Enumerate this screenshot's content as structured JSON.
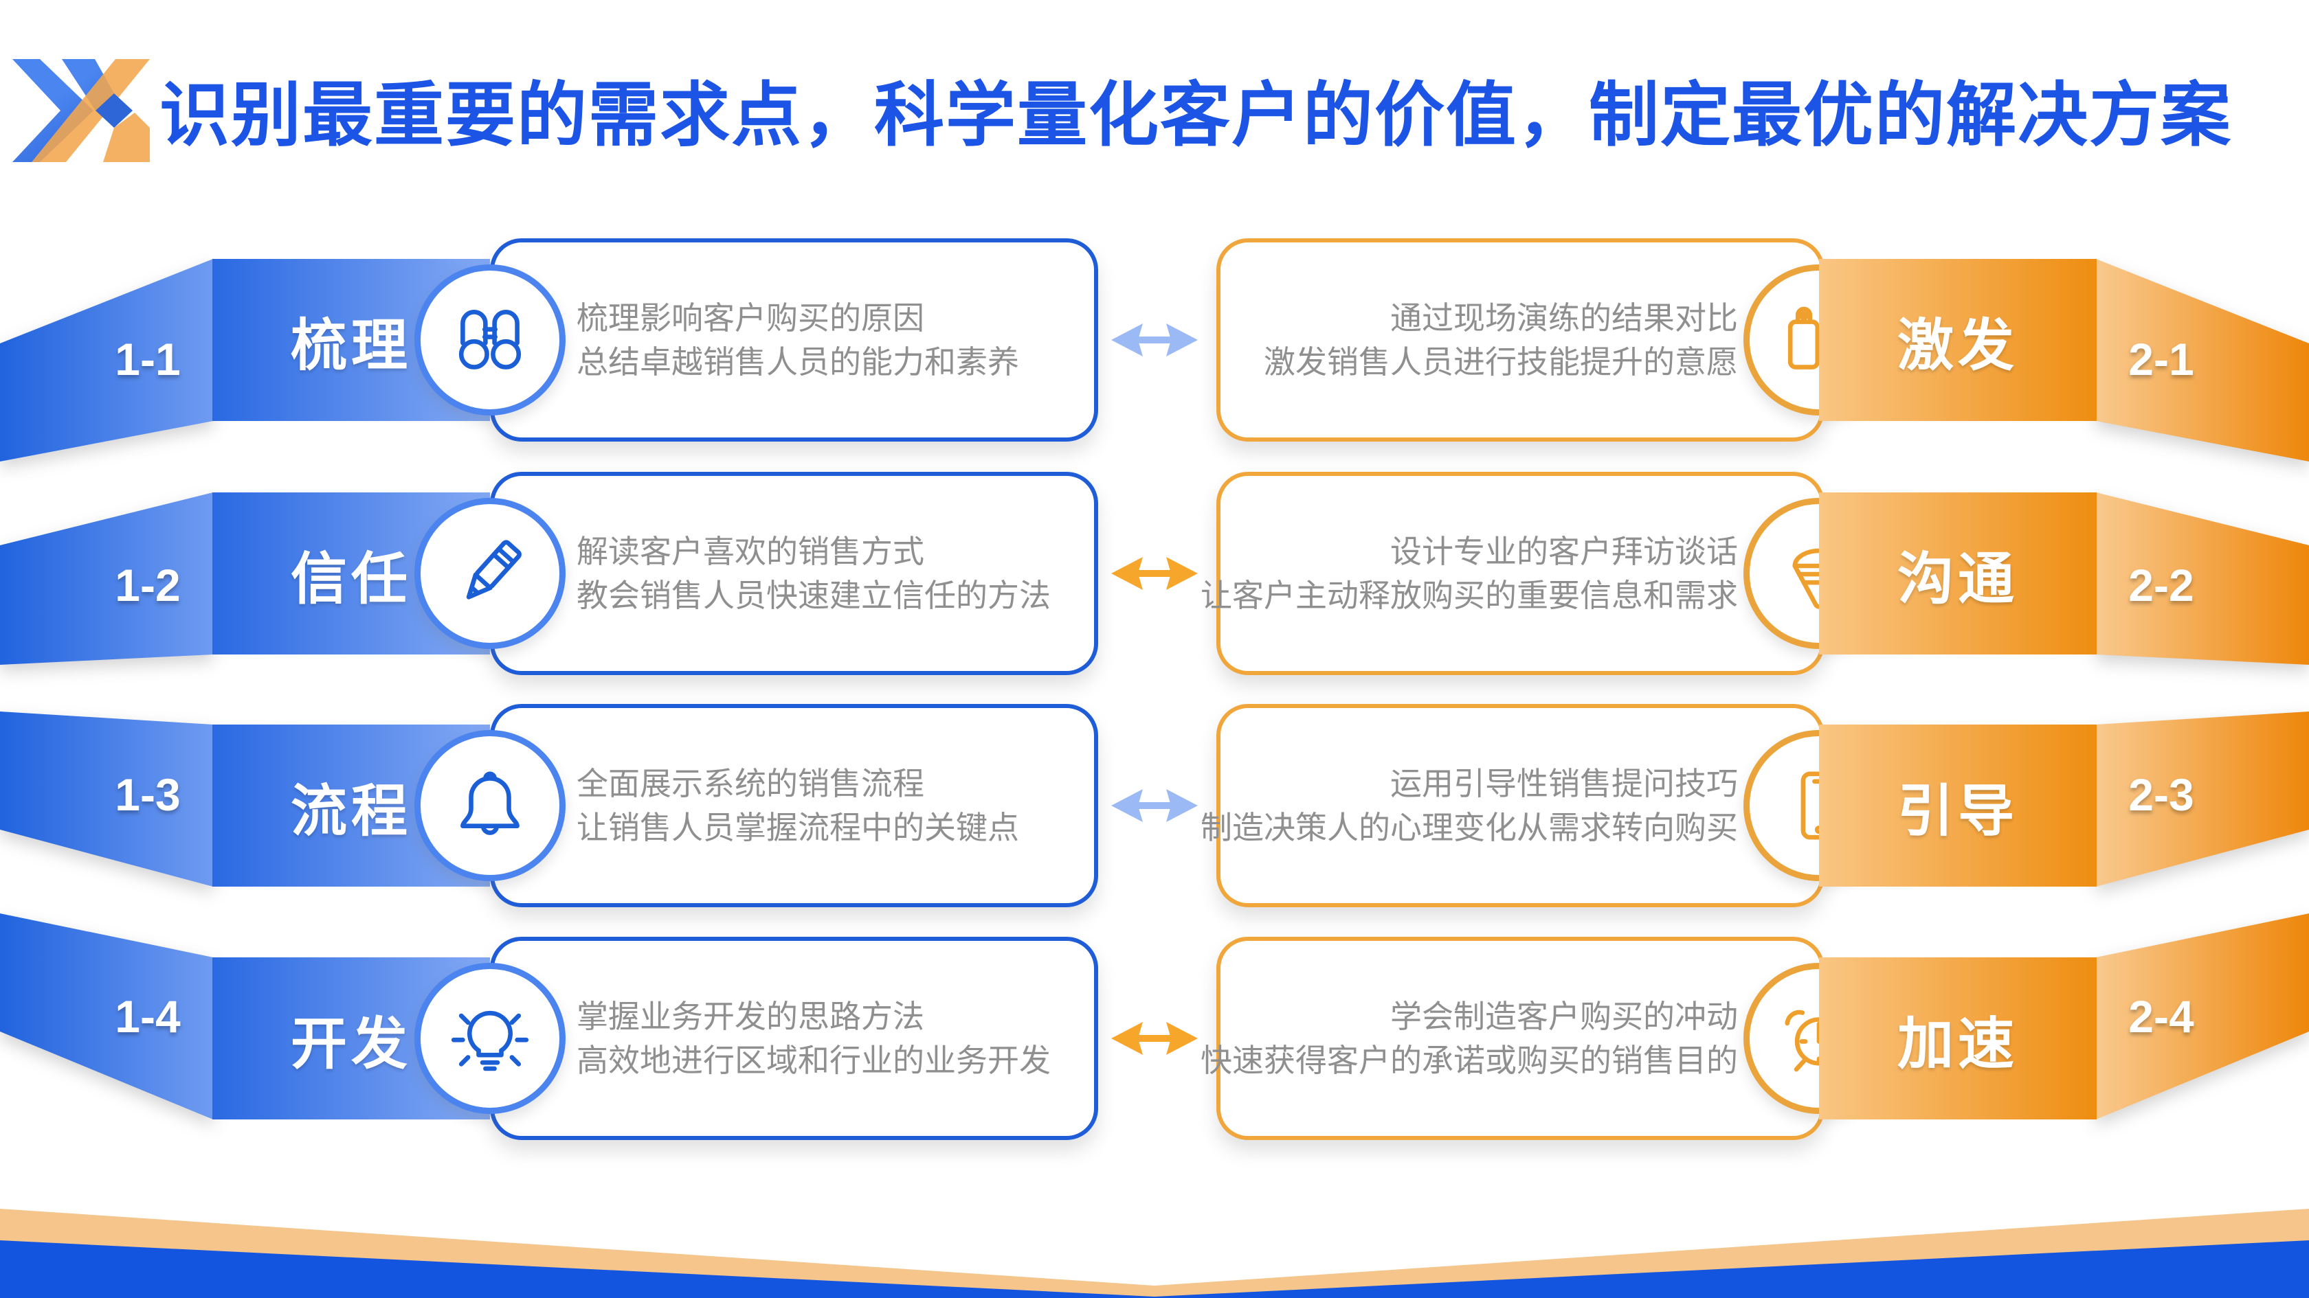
{
  "page": {
    "title": "识别最重要的需求点，科学量化客户的价值，制定最优的解决方案"
  },
  "colors": {
    "title_blue": "#1C54E6",
    "box_border_blue": "#1F5CD8",
    "box_border_orange": "#F0A63B",
    "arrow_blue": "#9BBAF5",
    "arrow_orange": "#F5A62B",
    "label_gradient_blue": [
      "#2A69E2",
      "#83A9F4"
    ],
    "label_gradient_orange": [
      "#FAC684",
      "#EE8D10"
    ],
    "ribbon_gradient_blue": [
      "#2163DE",
      "#6F9BF1"
    ],
    "ribbon_gradient_orange": [
      "#F9C98E",
      "#EE870B"
    ],
    "body_text_gray": "#8F8F8F",
    "footer_band_tan": "#F5C58C",
    "footer_band_blue": "#1355DF"
  },
  "rows": [
    {
      "left": {
        "num": "1-1",
        "label": "梳理",
        "icon": "binoculars-icon",
        "lines": [
          "梳理影响客户购买的原因",
          "总结卓越销售人员的能力和素养"
        ]
      },
      "arrow": {
        "color": "blue"
      },
      "right": {
        "num": "2-1",
        "label": "激发",
        "icon": "cutting-boards-icon",
        "lines": [
          "通过现场演练的结果对比",
          "激发销售人员进行技能提升的意愿"
        ]
      }
    },
    {
      "left": {
        "num": "1-2",
        "label": "信任",
        "icon": "pencil-icon",
        "lines": [
          "解读客户喜欢的销售方式",
          "教会销售人员快速建立信任的方法"
        ]
      },
      "arrow": {
        "color": "orange"
      },
      "right": {
        "num": "2-2",
        "label": "沟通",
        "icon": "cone-icon",
        "lines": [
          "设计专业的客户拜访谈话",
          "让客户主动释放购买的重要信息和需求"
        ]
      }
    },
    {
      "left": {
        "num": "1-3",
        "label": "流程",
        "icon": "bell-icon",
        "lines": [
          "全面展示系统的销售流程",
          "让销售人员掌握流程中的关键点"
        ]
      },
      "arrow": {
        "color": "blue"
      },
      "right": {
        "num": "2-3",
        "label": "引导",
        "icon": "phone-icon",
        "lines": [
          "运用引导性销售提问技巧",
          "制造决策人的心理变化从需求转向购买"
        ]
      }
    },
    {
      "left": {
        "num": "1-4",
        "label": "开发",
        "icon": "lightbulb-icon",
        "lines": [
          "掌握业务开发的思路方法",
          "高效地进行区域和行业的业务开发"
        ]
      },
      "arrow": {
        "color": "orange"
      },
      "right": {
        "num": "2-4",
        "label": "加速",
        "icon": "alarm-clock-icon",
        "lines": [
          "学会制造客户购买的冲动",
          "快速获得客户的承诺或购买的销售目的"
        ]
      }
    }
  ]
}
